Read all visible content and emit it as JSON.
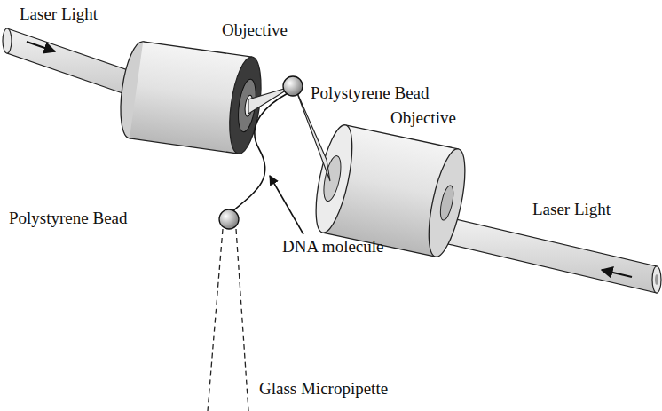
{
  "diagram": {
    "labels": [
      "Laser Light",
      "Objective",
      "Polystyrene Bead",
      "Objective",
      "Polystyrene Bead",
      "Laser Light",
      "DNA molecule",
      "Glass Micropipette"
    ]
  }
}
